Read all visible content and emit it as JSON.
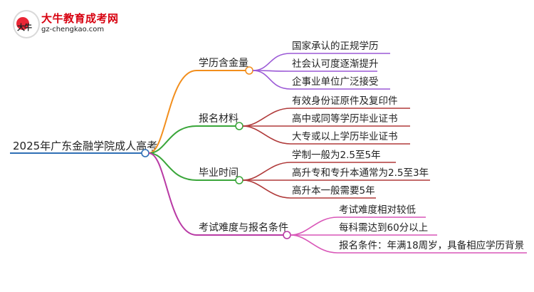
{
  "logo": {
    "title": "大牛教育成考网",
    "url": "gz-chengkao.com"
  },
  "root": {
    "label": "2025年广东金融学院成人高考"
  },
  "branches": [
    {
      "label": "学历含金量",
      "color": "#f28e1c",
      "child_color": "#9b59d6",
      "children": [
        "国家承认的正规学历",
        "社会认可度逐渐提升",
        "企事业单位广泛接受"
      ]
    },
    {
      "label": "报名材料",
      "color": "#3aa63a",
      "child_color": "#b03a3a",
      "children": [
        "有效身份证原件及复印件",
        "高中或同等学历毕业证书",
        "大专或以上学历毕业证书"
      ]
    },
    {
      "label": "毕业时间",
      "color": "#3aa63a",
      "child_color": "#b03a3a",
      "children": [
        "学制一般为2.5至5年",
        "高升专和专升本通常为2.5至3年",
        "高升本一般需要5年"
      ]
    },
    {
      "label": "考试难度与报名条件",
      "color": "#b93aa5",
      "child_color": "#d957b8",
      "children": [
        "考试难度相对较低",
        "每科需达到60分以上",
        "报名条件：年满18周岁，具备相应学历背景"
      ]
    }
  ]
}
